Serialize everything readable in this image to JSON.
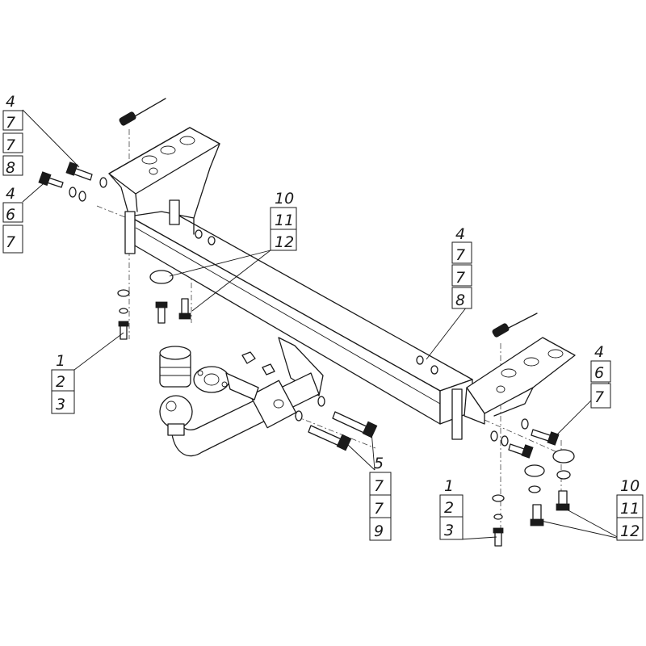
{
  "callouts": [
    {
      "id": "upper-left-bolt",
      "labels": [
        "4",
        "7",
        "7",
        "8"
      ]
    },
    {
      "id": "left-bolt",
      "labels": [
        "4",
        "6",
        "7"
      ]
    },
    {
      "id": "left-bracket-bolts",
      "labels": [
        "10",
        "11",
        "12"
      ]
    },
    {
      "id": "right-beam-bolt",
      "labels": [
        "4",
        "7",
        "7",
        "8"
      ]
    },
    {
      "id": "right-side-bolt",
      "labels": [
        "4",
        "6",
        "7"
      ]
    },
    {
      "id": "left-lower-bolt",
      "labels": [
        "1",
        "2",
        "3"
      ]
    },
    {
      "id": "ball-mount-bolts",
      "labels": [
        "5",
        "7",
        "7",
        "9"
      ]
    },
    {
      "id": "right-lower-bolt",
      "labels": [
        "1",
        "2",
        "3"
      ]
    },
    {
      "id": "right-bracket-bolts",
      "labels": [
        "10",
        "11",
        "12"
      ]
    }
  ]
}
